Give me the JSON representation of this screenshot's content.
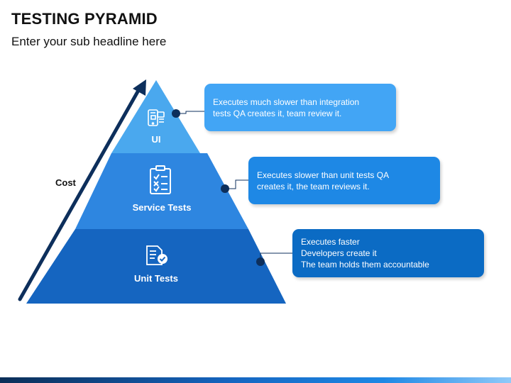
{
  "header": {
    "title": "TESTING PYRAMID",
    "subtitle": "Enter your sub headline here"
  },
  "axis": {
    "label": "Cost"
  },
  "tiers": [
    {
      "label": "UI",
      "icon": "mobile-app-icon",
      "color": "#4aa8ee"
    },
    {
      "label": "Service Tests",
      "icon": "checklist-clipboard-icon",
      "color": "#2e86e0"
    },
    {
      "label": "Unit Tests",
      "icon": "document-check-icon",
      "color": "#1565c0"
    }
  ],
  "callouts": [
    {
      "lines": [
        "Executes much slower than integration",
        "tests QA creates it, team review it."
      ],
      "color": "#42a5f5"
    },
    {
      "lines": [
        "Executes slower than unit tests QA",
        "creates it, the team reviews it."
      ],
      "color": "#1e88e5"
    },
    {
      "lines": [
        "Executes faster",
        "Developers create it",
        "The team holds them accountable"
      ],
      "color": "#0b6bc4"
    }
  ],
  "colors": {
    "arrow": "#0d2f5c",
    "connector": "#0d2f5c"
  }
}
